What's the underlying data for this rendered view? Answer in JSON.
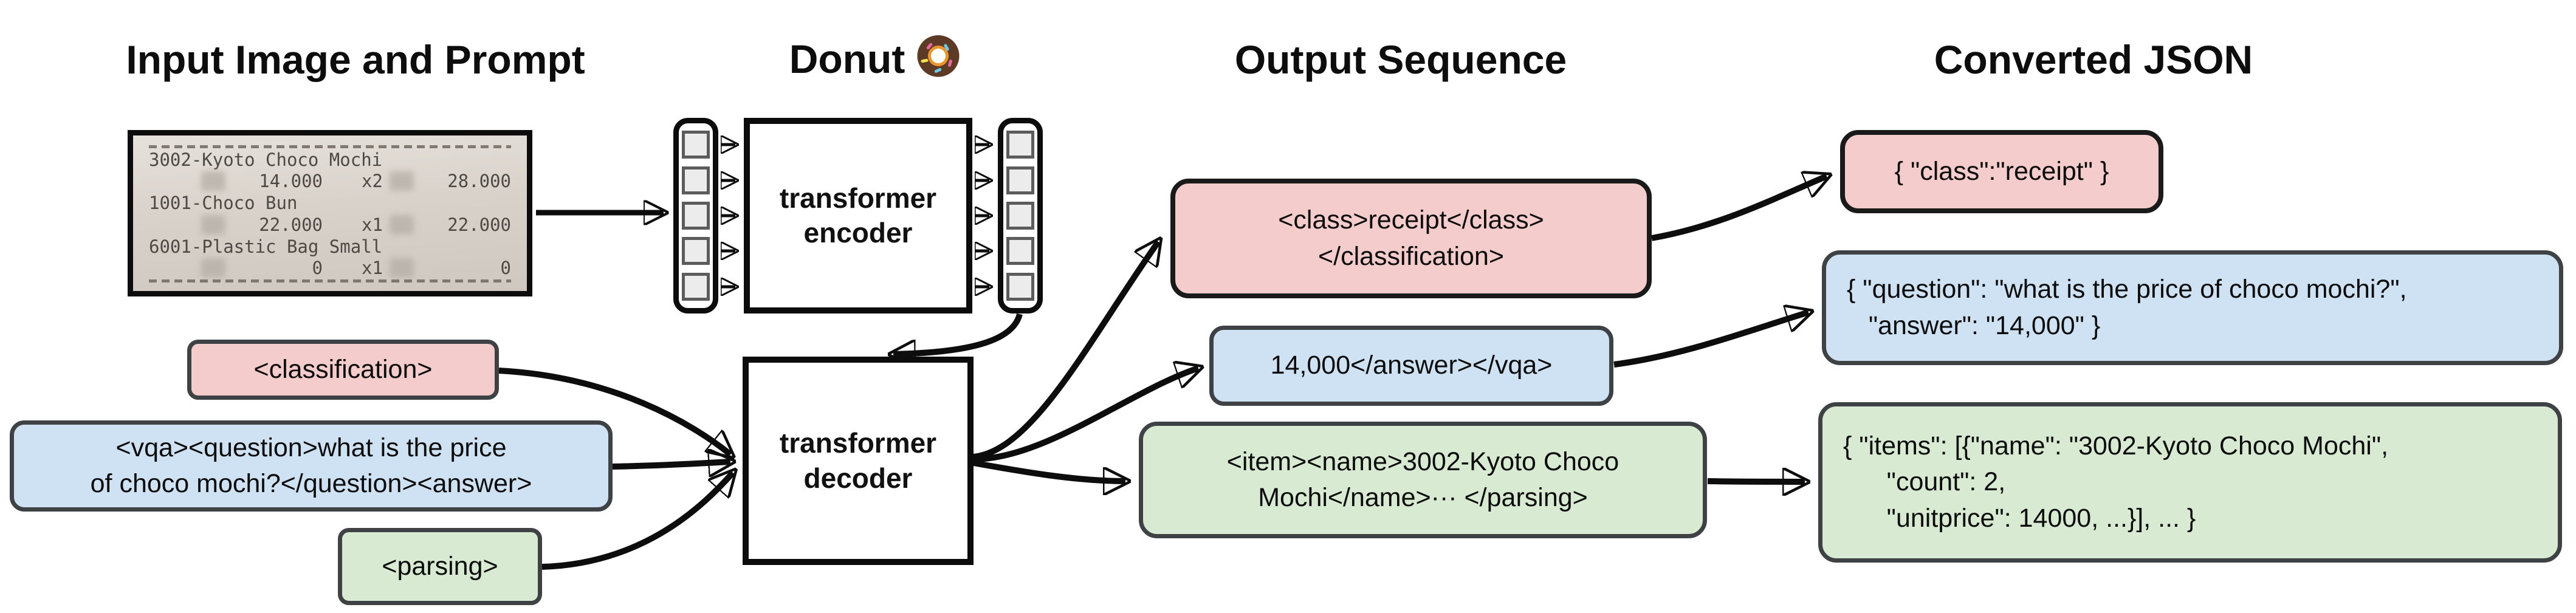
{
  "headers": {
    "input_title": "Input Image and Prompt",
    "model_title": "Donut",
    "model_icon": "donut-icon",
    "output_title": "Output Sequence",
    "json_title": "Converted JSON"
  },
  "receipt": {
    "items": [
      {
        "name": "3002-Kyoto Choco Mochi",
        "price": "14.000",
        "qty": "x2",
        "total": "28.000"
      },
      {
        "name": "1001-Choco Bun",
        "price": "22.000",
        "qty": "x1",
        "total": "22.000"
      },
      {
        "name": "6001-Plastic Bag Small",
        "price": "0",
        "qty": "x1",
        "total": "0"
      }
    ]
  },
  "model": {
    "encoder_label": "transformer encoder",
    "decoder_label": "transformer decoder"
  },
  "prompts": {
    "classification": {
      "text": "<classification>"
    },
    "vqa": {
      "line1": "<vqa><question>what is the price",
      "line2": "of choco mochi?</question><answer>"
    },
    "parsing": {
      "text": "<parsing>"
    }
  },
  "outputs": {
    "classification": {
      "line1": "<class>receipt</class>",
      "line2": "</classification>"
    },
    "vqa": {
      "text": "14,000</answer></vqa>"
    },
    "parsing": {
      "line1": "<item><name>3002-Kyoto Choco",
      "line2": "Mochi</name>··· </parsing>"
    }
  },
  "json_outputs": {
    "classification": {
      "text": "{ \"class\":\"receipt\" }"
    },
    "vqa": {
      "line1": "{ \"question\": \"what is the price of choco mochi?\",",
      "line2": "   \"answer\": \"14,000\" }"
    },
    "parsing": {
      "line1": "{ \"items\": [{\"name\": \"3002-Kyoto Choco Mochi\",",
      "line2": "      \"count\": 2,",
      "line3": "      \"unitprice\": 14000, ...}], ... }"
    }
  },
  "colors": {
    "classification_fill": "#f4cccc",
    "vqa_fill": "#cfe2f3",
    "parsing_fill": "#d9ead3",
    "box_border": "#3f4245",
    "arrow": "#0d0d0d"
  }
}
